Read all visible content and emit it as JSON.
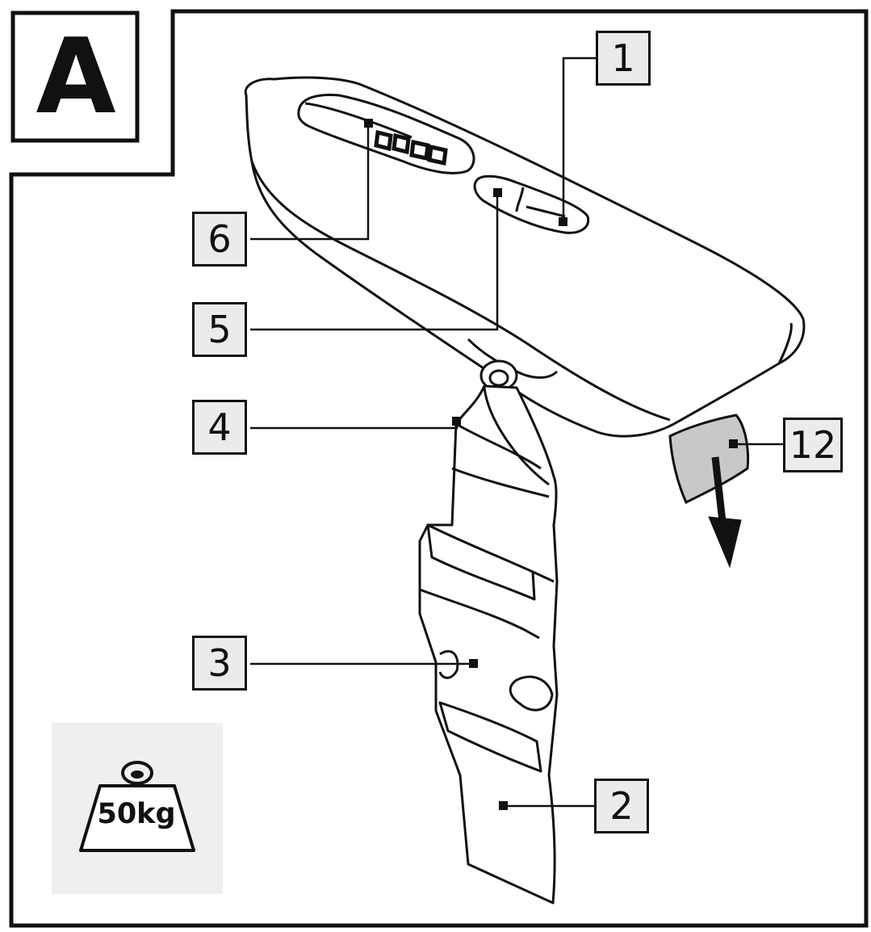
{
  "section_letter": "A",
  "callouts": {
    "c1": "1",
    "c2": "2",
    "c3": "3",
    "c4": "4",
    "c5": "5",
    "c6": "6",
    "c12": "12"
  },
  "weight_icon": {
    "label": "50kg",
    "icon": "weight-icon"
  },
  "colors": {
    "line": "#111111",
    "callout_fill": "#ebebeb",
    "hook_fill": "#c8c8c8",
    "tile_fill": "#efefef"
  }
}
